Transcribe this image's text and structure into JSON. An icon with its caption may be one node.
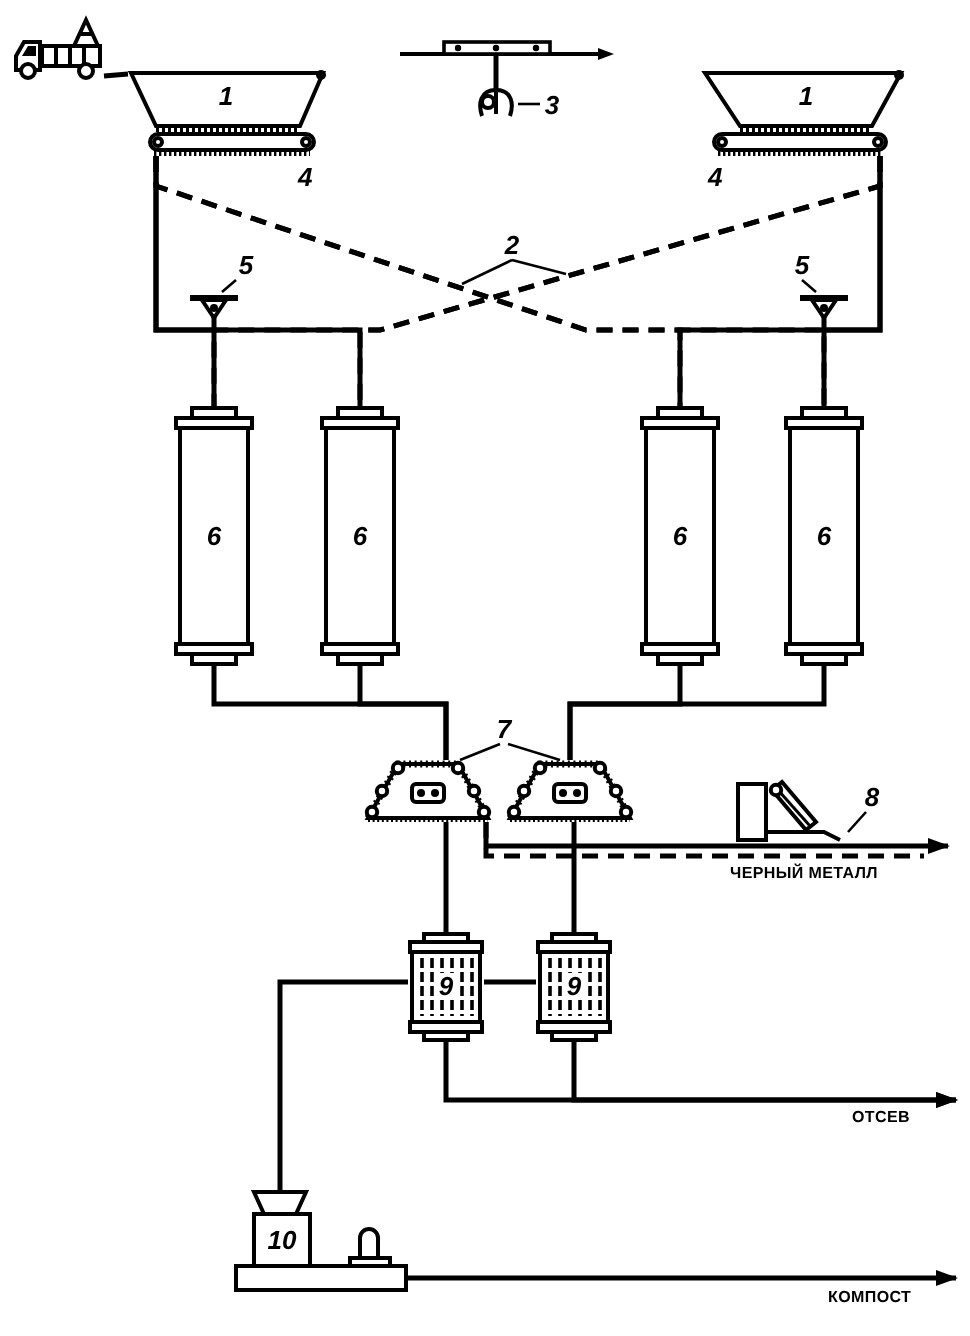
{
  "diagram": {
    "nodes": [
      {
        "text": [],
        "shape": "picture"
      },
      {
        "text": [
          "1"
        ]
      },
      {
        "text": [],
        "shape": "picture"
      },
      {
        "text": [
          "3"
        ]
      },
      {
        "text": [
          "1"
        ]
      },
      {
        "text": [],
        "shape": "bar",
        "beside": [
          "4"
        ]
      },
      {
        "text": [],
        "shape": "bar",
        "beside": [
          "4"
        ]
      },
      {
        "text": [
          "2"
        ]
      },
      {
        "text": [
          "5"
        ]
      },
      {
        "text": [],
        "shape": "picture"
      },
      {
        "text": [
          "5"
        ]
      },
      {
        "text": [],
        "shape": "picture"
      },
      {
        "text": [
          "6"
        ]
      },
      {
        "text": [
          "6"
        ]
      },
      {
        "text": [
          "6"
        ]
      },
      {
        "text": [
          "6"
        ]
      },
      {
        "text": [
          "7"
        ]
      },
      {
        "text": [],
        "shape": "picture"
      },
      {
        "text": [],
        "shape": "picture"
      },
      {
        "text": [],
        "shape": "picture"
      },
      {
        "text": [
          "8"
        ]
      },
      {
        "text": [
          "9"
        ]
      },
      {
        "text": [
          "9"
        ]
      },
      {
        "text": [
          "10"
        ]
      }
    ],
    "edges": [
      {
        "from": 0,
        "to": 1,
        "arrow": "none"
      },
      {
        "from": 5,
        "to": 12,
        "arrow": "none"
      },
      {
        "from": 5,
        "to": 13,
        "arrow": "none"
      },
      {
        "from": 6,
        "to": 14,
        "arrow": "none"
      },
      {
        "from": 6,
        "to": 15,
        "arrow": "none"
      },
      {
        "from": 5,
        "to": 14,
        "arrow": "none",
        "style": "dashed"
      },
      {
        "from": 5,
        "to": 15,
        "arrow": "none",
        "style": "dashed"
      },
      {
        "from": 6,
        "to": 12,
        "arrow": "none",
        "style": "dashed"
      },
      {
        "from": 6,
        "to": 13,
        "arrow": "none",
        "style": "dashed"
      },
      {
        "from": 3,
        "to": 2,
        "arrow": "none"
      },
      {
        "from": 7,
        "to": null,
        "arrow": "none"
      },
      {
        "from": 7,
        "to": null,
        "arrow": "none"
      },
      {
        "from": 8,
        "to": 9,
        "arrow": "none"
      },
      {
        "from": 10,
        "to": 11,
        "arrow": "none"
      },
      {
        "from": 12,
        "to": 17,
        "arrow": "none"
      },
      {
        "from": 13,
        "to": 17,
        "arrow": "none"
      },
      {
        "from": 14,
        "to": 18,
        "arrow": "none"
      },
      {
        "from": 15,
        "to": 18,
        "arrow": "none"
      },
      {
        "from": 16,
        "to": 17,
        "arrow": "none"
      },
      {
        "from": 16,
        "to": 18,
        "arrow": "none"
      },
      {
        "from": 17,
        "to": 21,
        "arrow": "none"
      },
      {
        "from": 18,
        "to": 22,
        "arrow": "none"
      },
      {
        "from": 17,
        "to": null,
        "arrow": "to"
      },
      {
        "from": 17,
        "to": null,
        "arrow": "none",
        "style": "dashed",
        "label": "ЧЕРНЫЙ МЕТАЛЛ"
      },
      {
        "from": 22,
        "to": 21,
        "arrow": "none"
      },
      {
        "from": 21,
        "to": 23,
        "arrow": "none"
      },
      {
        "from": 21,
        "to": null,
        "arrow": "to",
        "label": "ОТСЕВ"
      },
      {
        "from": 22,
        "to": null,
        "arrow": "to"
      },
      {
        "from": 23,
        "to": null,
        "arrow": "to",
        "label": "КОМПОСТ"
      },
      {
        "from": 20,
        "to": 19,
        "arrow": "none"
      }
    ]
  }
}
